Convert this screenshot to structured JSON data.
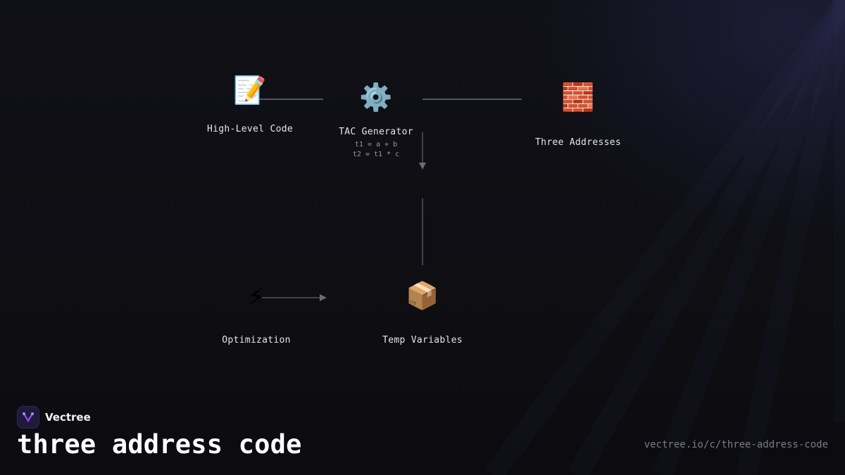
{
  "diagram": {
    "nodes": [
      {
        "id": "high-level-code",
        "icon": "memo-icon",
        "glyph": "📝",
        "label": "High-Level Code"
      },
      {
        "id": "tac-generator",
        "icon": "gear-icon",
        "glyph": "⚙️",
        "label": "TAC Generator",
        "code": "t1 = a + b\nt2 = t1 * c"
      },
      {
        "id": "three-addresses",
        "icon": "bricks-icon",
        "glyph": "🧱",
        "label": "Three Addresses"
      },
      {
        "id": "optimization",
        "icon": "lightning-icon",
        "glyph": "⚡",
        "label": "Optimization"
      },
      {
        "id": "temp-variables",
        "icon": "package-icon",
        "glyph": "📦",
        "label": "Temp Variables"
      }
    ],
    "edges": [
      {
        "from": "high-level-code",
        "to": "tac-generator",
        "arrow": false
      },
      {
        "from": "tac-generator",
        "to": "three-addresses",
        "arrow": false
      },
      {
        "from": "tac-generator",
        "to": "temp-variables",
        "arrow": true
      },
      {
        "from": "temp-variables",
        "to": "tac-generator",
        "arrow": false
      },
      {
        "from": "optimization",
        "to": "temp-variables",
        "arrow": true
      }
    ],
    "colors": {
      "edge": "#6b6b72",
      "background": "#0d0d12",
      "label": "#e6e6ea",
      "accent": "#a855f7"
    }
  },
  "footer": {
    "brand_name": "Vectree",
    "brand_icon": "vectree-logo-icon",
    "title": "three address code",
    "url": "vectree.io/c/three-address-code"
  }
}
